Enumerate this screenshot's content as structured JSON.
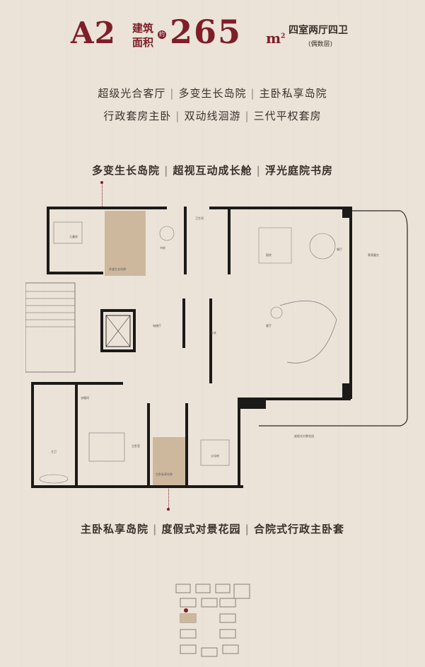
{
  "header": {
    "unit_code": "A2",
    "label_line1": "建筑",
    "label_line2": "面积",
    "approx_mark": "约",
    "area_value": "265",
    "area_unit": "m",
    "area_unit_sup": "2",
    "layout_type": "四室两厅四卫",
    "floor_note": "(偶数层)"
  },
  "features_top": [
    [
      "超级光合客厅",
      "多变生长岛院",
      "主卧私享岛院"
    ],
    [
      "行政套房主卧",
      "双动线洄游",
      "三代平权套房"
    ]
  ],
  "features_mid": [
    "多变生长岛院",
    "超视互动成长舱",
    "浮光庭院书房"
  ],
  "features_bottom": [
    "主卧私享岛院",
    "度假式对景花园",
    "合院式行政主卧套"
  ],
  "separator": "|",
  "rooms": {
    "child_room": "儿童房",
    "study": "书房",
    "courtyard_top": "多变生长岛院",
    "toilet_a": "卫生间",
    "kitchen": "厨房",
    "dining": "餐厅",
    "balcony": "景观露台",
    "living": "客厅",
    "elevator_hall": "电梯厅",
    "entrance": "玄关",
    "cloakroom": "衣帽间",
    "master": "主卧室",
    "bath": "主卫",
    "courtyard_bottom": "主卧私享岛院",
    "parent_room": "父母房",
    "garden": "度假式对景花园"
  },
  "colors": {
    "accent": "#7e1e2a",
    "background": "#ebe3d8",
    "wall": "#1c1a18",
    "courtyard_fill": "#cdb89e"
  }
}
